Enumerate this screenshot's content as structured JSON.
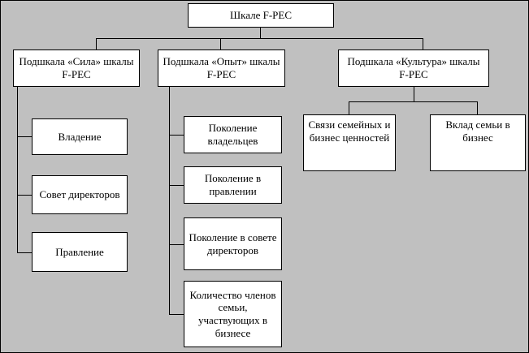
{
  "diagram": {
    "root": "Шкале F-PEC",
    "subscales": {
      "power": "Подшкала «Сила» шкалы F-PEC",
      "experience": "Подшкала «Опыт» шкалы F-PEC",
      "culture": "Подшкала «Культура» шкалы F-PEC"
    },
    "power_items": [
      "Владение",
      "Совет директоров",
      "Правление"
    ],
    "experience_items": [
      "Поколение владельцев",
      "Поколение в правлении",
      "Поколение в совете директоров",
      "Количество членов семьи, участвующих в бизнесе"
    ],
    "culture_items": [
      "Связи семейных и бизнес ценностей",
      "Вклад семьи в бизнес"
    ]
  },
  "colors": {
    "background": "#c0c0c0",
    "box_fill": "#ffffff",
    "border": "#000000",
    "line": "#000000"
  }
}
